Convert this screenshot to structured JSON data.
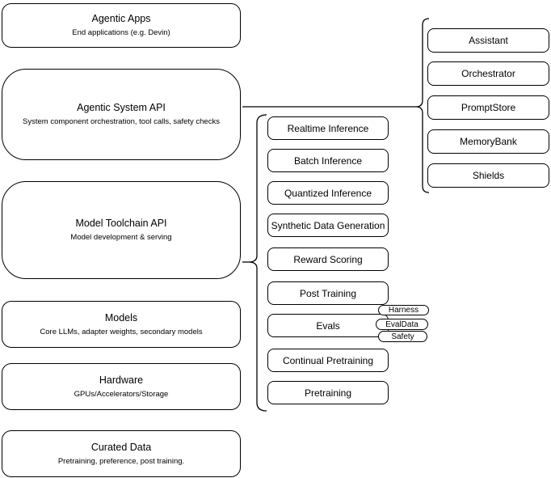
{
  "diagram": {
    "left_stack": [
      {
        "title": "Agentic Apps",
        "subtitle": "End applications (e.g. Devin)"
      },
      {
        "title": "Agentic System API",
        "subtitle": "System component orchestration, tool calls, safety checks"
      },
      {
        "title": "Model Toolchain API",
        "subtitle": "Model development & serving"
      },
      {
        "title": "Models",
        "subtitle": "Core LLMs, adapter weights, secondary models"
      },
      {
        "title": "Hardware",
        "subtitle": "GPUs/Accelerators/Storage"
      },
      {
        "title": "Curated Data",
        "subtitle": "Pretraining, preference, post training."
      }
    ],
    "toolchain_items": [
      "Realtime Inference",
      "Batch Inference",
      "Quantized Inference",
      "Synthetic Data Generation",
      "Reward Scoring",
      "Post Training",
      "Evals",
      "Continual Pretraining",
      "Pretraining"
    ],
    "eval_tags": [
      "Harness",
      "EvalData",
      "Safety"
    ],
    "system_components": [
      "Assistant",
      "Orchestrator",
      "PromptStore",
      "MemoryBank",
      "Shields"
    ],
    "colors": {
      "background": "#ffffff",
      "stroke": "#000000",
      "text": "#000000"
    }
  }
}
